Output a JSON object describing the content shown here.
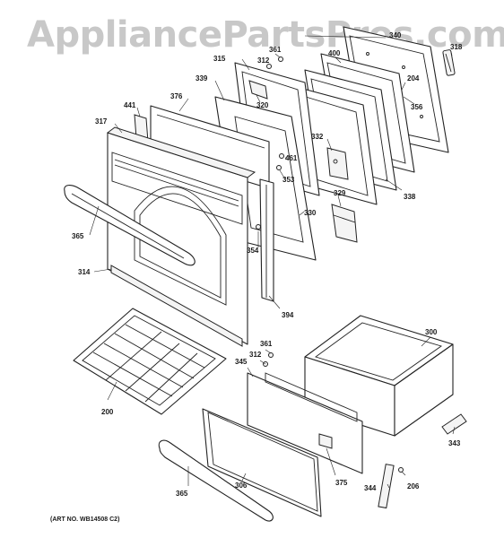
{
  "watermark": "AppliancePartsPros.com",
  "art_number": "(ART NO. WB14508 C2)",
  "callouts": {
    "c340": "340",
    "c318": "318",
    "c361a": "361",
    "c400": "400",
    "c315": "315",
    "c312a": "312",
    "c204": "204",
    "c356": "356",
    "c339": "339",
    "c320": "320",
    "c376": "376",
    "c441": "441",
    "c317": "317",
    "c332": "332",
    "c461": "461",
    "c353": "353",
    "c329": "329",
    "c338": "338",
    "c330": "330",
    "c365a": "365",
    "c354": "354",
    "c314": "314",
    "c394": "394",
    "c300": "300",
    "c361b": "361",
    "c312b": "312",
    "c345": "345",
    "c200": "200",
    "c343": "343",
    "c365b": "365",
    "c306": "306",
    "c375": "375",
    "c344": "344",
    "c206": "206"
  }
}
